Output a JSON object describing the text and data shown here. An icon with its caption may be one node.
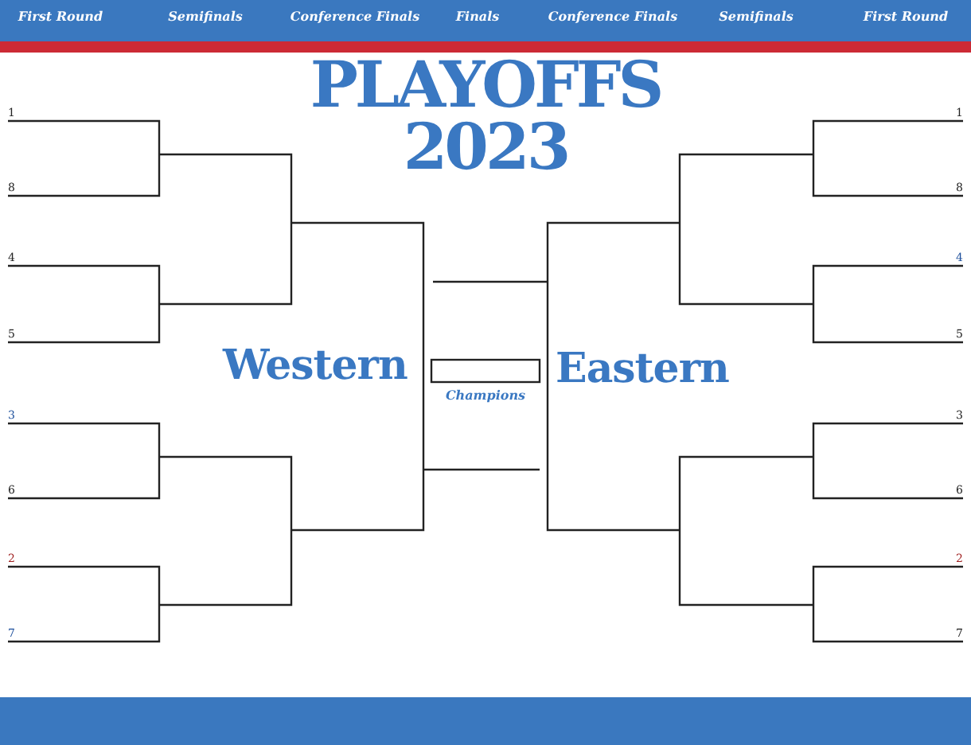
{
  "diagram": {
    "title": "PLAYOFFS 2023",
    "labels": [
      "First Round",
      "Semifinals",
      "Conference Finals",
      "Finals",
      "Conference Finals",
      "Semifinals",
      "First Round",
      "1",
      "1",
      "8",
      "8",
      "4",
      "4",
      "5",
      "5",
      "Western",
      "Eastern",
      "Champions",
      "3",
      "3",
      "6",
      "6",
      "2",
      "2",
      "7",
      "7"
    ]
  }
}
